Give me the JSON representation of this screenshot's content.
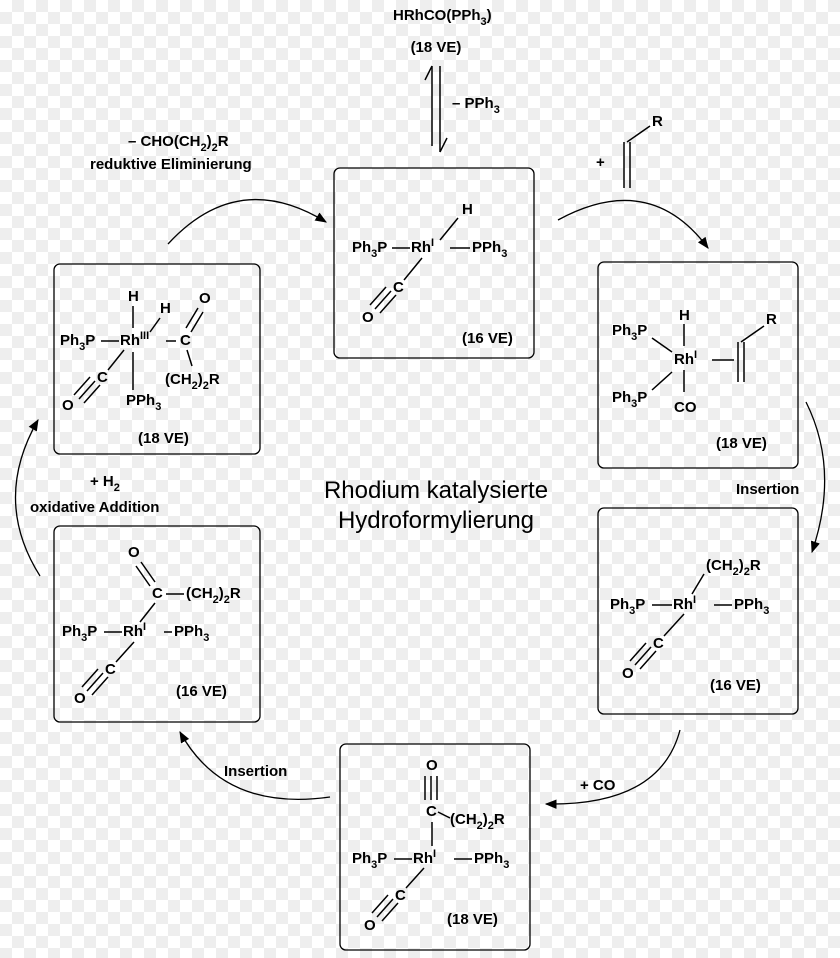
{
  "title": [
    "Rhodium katalysierte",
    "Hydroformylierung"
  ],
  "top": {
    "precursor": "HRhCO(PPh",
    "precursor_sub": "3",
    "precursor_close": ")",
    "precursor_ve": "(18 VE)",
    "minus_pph3": "– PPh",
    "minus_pph3_sub": "3"
  },
  "steps": {
    "plus": "+",
    "R": "R",
    "insertion1": "Insertion",
    "plus_co": "+ CO",
    "insertion2": "Insertion",
    "h2_plus": "+ H",
    "h2_sub": "2",
    "oxidative_addition": "oxidative Addition",
    "elim_prefix": "– CHO(CH",
    "elim_sub": "2",
    "elim_suffix": ")",
    "elim_sub2": "2",
    "elim_R": "R",
    "reductive_elimination": "reduktive Eliminierung"
  },
  "chem": {
    "H": "H",
    "Rh": "Rh",
    "ox_I": "I",
    "ox_III": "III",
    "Ph": "Ph",
    "three": "3",
    "P": "P",
    "PPh": "PPh",
    "C": "C",
    "O": "O",
    "CO": "CO",
    "R": "R",
    "CH_open": "(CH",
    "two": "2",
    "close_R": ")",
    "R_end": "R"
  },
  "ve": {
    "box1": "(16 VE)",
    "box2": "(18 VE)",
    "box3": "(16 VE)",
    "box4": "(18 VE)",
    "box5": "(16 VE)",
    "box6": "(18 VE)"
  }
}
